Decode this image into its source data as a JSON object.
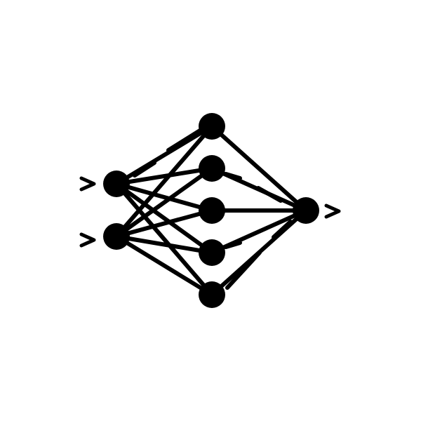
{
  "icon": {
    "name": "neural-network-icon",
    "color": "#000000",
    "background": "#ffffff"
  },
  "network": {
    "layers": [
      {
        "name": "input",
        "nodes": 2
      },
      {
        "name": "hidden",
        "nodes": 5
      },
      {
        "name": "output",
        "nodes": 1
      }
    ],
    "input_arrows": 2,
    "output_arrows": 1,
    "connections": "fully-connected"
  }
}
